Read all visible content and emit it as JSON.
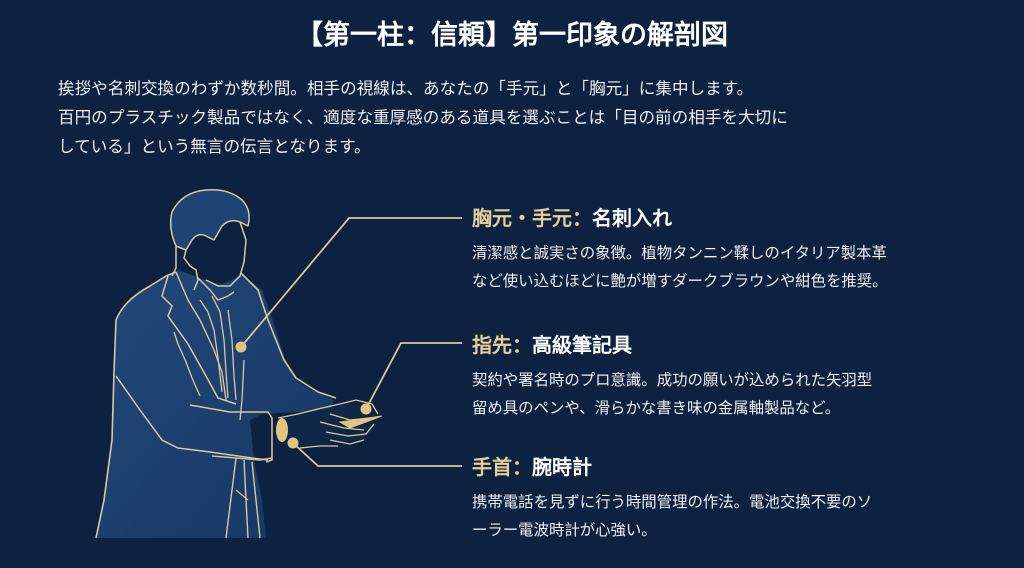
{
  "title": "【第一柱：信頼】第一印象の解剖図",
  "intro": {
    "lines": [
      "挨拶や名刺交換のわずか数秒間。相手の視線は、あなたの「手元」と「胸元」に集中します。",
      "百円のプラスチック製品ではなく、適度な重厚感のある道具を選ぶことは「目の前の相手を大切に",
      "している」という無言の伝言となります。"
    ]
  },
  "figure": {
    "description": "businessman-silhouette-line-art",
    "colors": {
      "background": "#0d2140",
      "jacket_fill": "#1b3d6b",
      "outline": "#d9c89a",
      "accent_gold": "#e3c47e"
    }
  },
  "sections": [
    {
      "label_gold": "胸元・手元：",
      "label_white": "名刺入れ",
      "body": [
        "清潔感と誠実さの象徴。植物タンニン鞣しのイタリア製本革",
        "など使い込むほどに艶が増すダークブラウンや紺色を推奨。"
      ]
    },
    {
      "label_gold": "指先：",
      "label_white": "高級筆記具",
      "body": [
        "契約や署名時のプロ意識。成功の願いが込められた矢羽型",
        "留め具のペンや、滑らかな書き味の金属軸製品など。"
      ]
    },
    {
      "label_gold": "手首：",
      "label_white": "腕時計",
      "body": [
        "携帯電話を見ずに行う時間管理の作法。電池交換不要のソ",
        "ーラー電波時計が心強い。"
      ]
    }
  ],
  "colors": {
    "background": "#0d2140",
    "gold": "#e3cf9a",
    "text": "#eef0f2",
    "title": "#ffffff"
  }
}
